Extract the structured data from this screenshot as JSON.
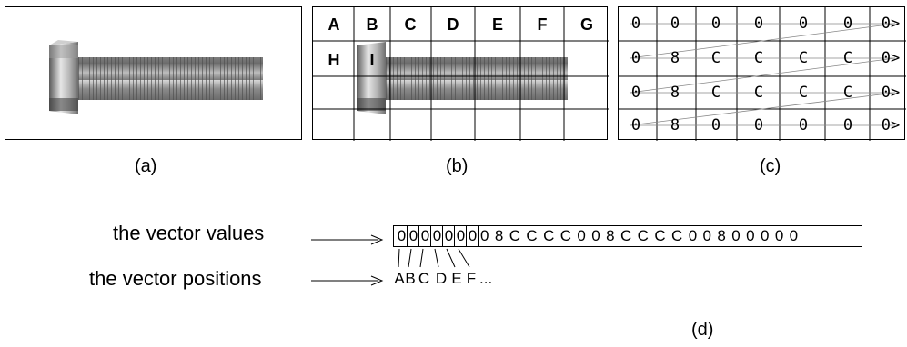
{
  "captions": {
    "a": "(a)",
    "b": "(b)",
    "c": "(c)",
    "d": "(d)"
  },
  "grid_b": {
    "row1": [
      "A",
      "B",
      "C",
      "D",
      "E",
      "F",
      "G"
    ],
    "row2": [
      "H",
      "I"
    ]
  },
  "grid_c": [
    [
      "0",
      "0",
      "0",
      "0",
      "0",
      "0",
      "0>"
    ],
    [
      "0",
      "8",
      "C",
      "C",
      "C",
      "C",
      "0>"
    ],
    [
      "0",
      "8",
      "C",
      "C",
      "C",
      "C",
      "0>"
    ],
    [
      "0",
      "8",
      "0",
      "0",
      "0",
      "0",
      "0>"
    ]
  ],
  "vector": {
    "values_label": "the vector values",
    "positions_label": "the vector positions",
    "boxed_values": [
      "0",
      "0",
      "0",
      "0",
      "0",
      "0",
      "0"
    ],
    "remaining_values": "08CCCC008CCCC00800000",
    "positions": [
      "A",
      "B",
      "C",
      "D",
      "E",
      "F"
    ],
    "positions_tail": "..."
  }
}
